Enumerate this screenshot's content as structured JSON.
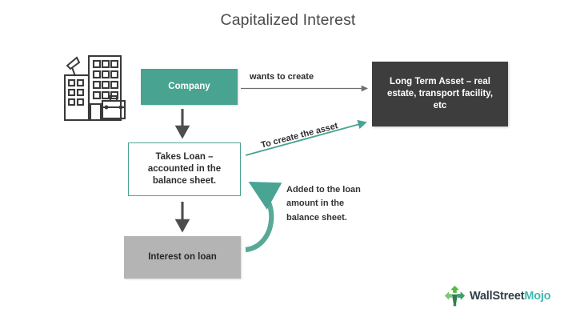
{
  "title": "Capitalized Interest",
  "nodes": {
    "company": "Company",
    "asset": "Long Term Asset – real estate, transport facility, etc",
    "loan": "Takes Loan – accounted in the balance sheet.",
    "interest": "Interest on loan"
  },
  "edges": {
    "wants_to_create": "wants to create",
    "to_create_the_asset": "To create the asset",
    "added_to_loan": "Added to the loan amount in the balance sheet."
  },
  "icons": {
    "company_building": "office-building-icon",
    "logo_mark": "wallstreetmojo-arrow-icon"
  },
  "logo": {
    "primary": "WallStreet",
    "accent": "Mojo"
  },
  "colors": {
    "teal": "#48a491",
    "dark": "#3d3d3d",
    "gray": "#b4b4b4",
    "arrow_gray": "#595959",
    "title": "#4b4b4b",
    "logo_accent": "#3fb8b0"
  }
}
